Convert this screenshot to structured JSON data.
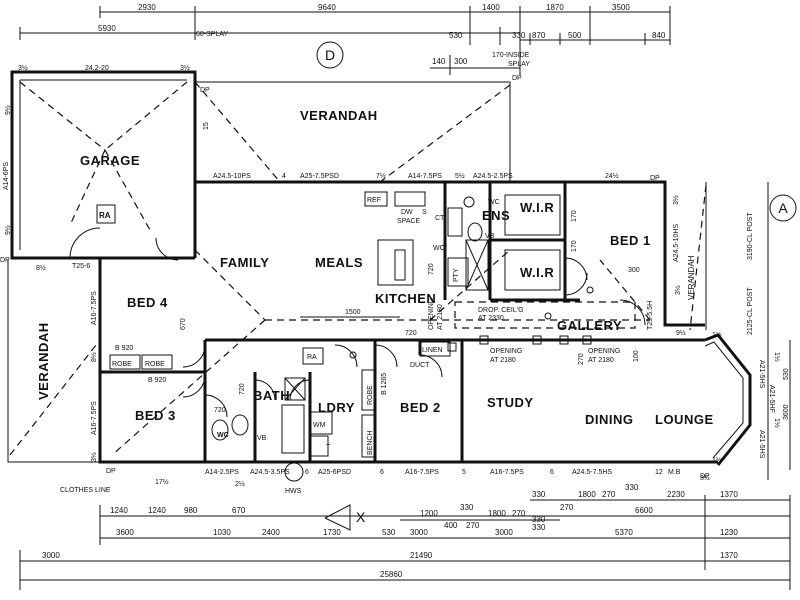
{
  "sheet_marks": {
    "top": "D",
    "right": "A"
  },
  "rooms": {
    "verandah_top": "VERANDAH",
    "verandah_left": "VERANDAH",
    "verandah_right": "VERANDAH",
    "garage": "GARAGE",
    "family": "FAMILY",
    "meals": "MEALS",
    "kitchen": "KITCHEN",
    "bed1": "BED 1",
    "bed2": "BED 2",
    "bed3": "BED 3",
    "bed4": "BED 4",
    "study": "STUDY",
    "dining": "DINING",
    "lounge": "LOUNGE",
    "gallery": "GALLERY",
    "bath": "BATH",
    "ldry": "LDRY",
    "wir1": "W.I.R",
    "wir2": "W.I.R",
    "ens": "ENS"
  },
  "fixtures": {
    "ra1": "RA",
    "ra2": "RA",
    "ref": "REF",
    "dw": "DW",
    "space": "SPACE",
    "wc1": "WC",
    "wc2": "WC",
    "vb1": "VB",
    "vb2": "VB",
    "wm": "WM",
    "t": "T",
    "robe1": "ROBE",
    "robe2": "ROBE",
    "robe3": "ROBE",
    "linen": "LINEN",
    "duct": "DUCT",
    "pty": "PTY",
    "bench": "BENCH",
    "hws": "HWS",
    "clothes_line": "CLOTHES LINE",
    "ct": "CT",
    "s": "S",
    "wo": "WO",
    "dp": "DP",
    "drop_ceil_1": "DROP. CEIL'G",
    "drop_ceil_2": "AT 2330",
    "opening_a1": "OPENING",
    "opening_a2": "AT 2180",
    "opening_b1": "OPENING",
    "opening_b2": "AT 2180",
    "opening_c1": "OPENING",
    "opening_c2": "AT 2180",
    "north": "X",
    "splay": "60-SPLAY",
    "inside_splay_1": "170-INSIDE",
    "inside_splay_2": "SPLAY"
  },
  "window_codes": {
    "w1": "A24.5-10PS",
    "w2": "A25-7.5PSD",
    "w3": "A14-7.5PS",
    "w4": "A24.5-2.5PS",
    "w5": "A14-6PS",
    "w6": "A16-7.5PS",
    "w7": "A16-7.5PS",
    "w8": "A14-2.5PS",
    "w9": "A24.5-3.5PS",
    "w10": "A25-6PSD",
    "w11": "A16-7.5PS",
    "w12": "A16-7.5PS",
    "w13": "A24.5-7.5HS",
    "w14": "A24.5-10HS",
    "w15": "T25-5.5H",
    "w16": "T25-6",
    "w17": "A21-5HS",
    "w18": "A21-5HF",
    "w19": "A21-5HS",
    "w20": "24.2-20",
    "m_b": "M.B"
  },
  "top_dims": {
    "row1": [
      "2930",
      "9640",
      "1400",
      "1870",
      "3500"
    ],
    "row2": [
      "5930",
      "530",
      "330",
      "870",
      "500",
      "840"
    ],
    "row3": [
      "140",
      "300"
    ]
  },
  "right_dims": [
    "3190-CL POST",
    "2125-CL POST",
    "530",
    "3600"
  ],
  "bottom_dims": {
    "row1": [
      "330",
      "1800",
      "270",
      "330",
      "2230",
      "1370"
    ],
    "row2": [
      "1240",
      "1240",
      "980",
      "670",
      "270",
      "6600"
    ],
    "row3": [
      "1200",
      "330",
      "1800",
      "270",
      "330"
    ],
    "row4": [
      "3600",
      "1030",
      "2400",
      "1730",
      "530",
      "3000",
      "400",
      "270",
      "3000",
      "330",
      "5370",
      "1230"
    ],
    "row5": [
      "3000",
      "21490",
      "1370"
    ],
    "row6": [
      "25860"
    ]
  },
  "interior_dims": {
    "d1": "1500",
    "d2": "720",
    "d3": "720",
    "d4": "720",
    "d5": "670",
    "d6": "B 920",
    "d7": "B 920",
    "d8": "B 1265",
    "d9": "170",
    "d10": "170",
    "d11": "300",
    "d12": "270",
    "d13": "100",
    "d14": "720",
    "d15": "4",
    "d16": "7½",
    "d17": "5½",
    "d18": "24½",
    "d19": "3½",
    "d20": "3½",
    "d21": "9½",
    "d22": "9½",
    "d23": "8½",
    "d24": "8½",
    "d25": "3½",
    "d26": "3½",
    "d27": "17½",
    "d28": "2½",
    "d29": "6",
    "d30": "6",
    "d31": "5",
    "d32": "6",
    "d33": "12",
    "d34": "15",
    "d35": "3½",
    "d36": "9½",
    "d37": "3½",
    "d38": "1½",
    "d39": "1½",
    "d40": "1½",
    "d41": "1½"
  }
}
